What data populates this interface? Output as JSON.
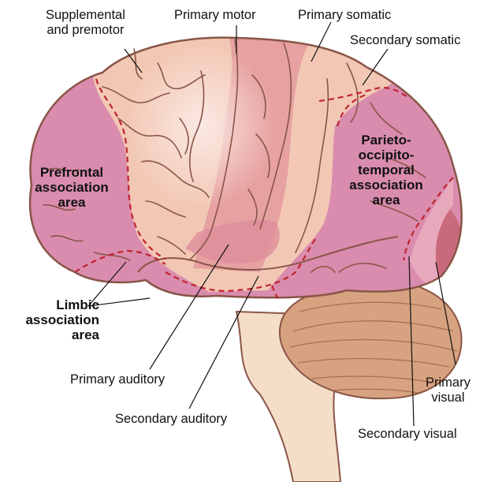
{
  "labels": {
    "supplemental_premotor": "Supplemental\nand premotor",
    "primary_motor": "Primary motor",
    "primary_somatic": "Primary somatic",
    "secondary_somatic": "Secondary somatic",
    "prefrontal": "Prefrontal\nassociation\narea",
    "parieto": "Parieto-\noccipito-\ntemporal\nassociation\narea",
    "limbic": "Limbic\nassociation\narea",
    "primary_auditory": "Primary auditory",
    "secondary_auditory": "Secondary auditory",
    "primary_visual": "Primary\nvisual",
    "secondary_visual": "Secondary visual"
  },
  "colors": {
    "association": "#d98cae",
    "sensory_motor": "#f2c8b4",
    "primary_region": "#e49a9c",
    "outline": "#8a5548",
    "boundary_dash": "#c0232f",
    "cerebellum": "#d7a27f",
    "brainstem": "#f4dec7"
  }
}
